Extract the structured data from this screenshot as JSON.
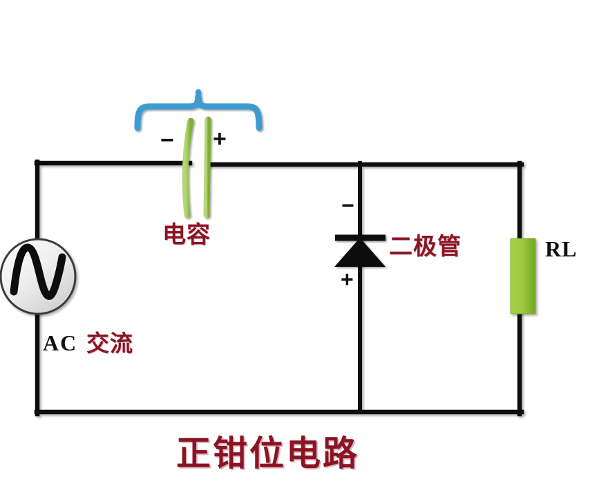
{
  "diagram": {
    "title": "正钳位电路",
    "background_color": "#ffffff",
    "wire_color": "#111111",
    "label_red": "#8c1323",
    "brace_color": "#3d9bd0",
    "component_green": "#8cc63f"
  },
  "components": {
    "ac_source": {
      "symbol": "∿",
      "label_en": "AC",
      "label_cn": "交流",
      "name": "ac-voltage-source"
    },
    "capacitor": {
      "label": "电容",
      "minus_sign": "−",
      "plus_sign": "+",
      "brace_name": "capacitor-brace"
    },
    "diode": {
      "label": "二极管",
      "minus_sign": "−",
      "plus_sign": "+"
    },
    "resistor": {
      "label": "RL"
    }
  }
}
